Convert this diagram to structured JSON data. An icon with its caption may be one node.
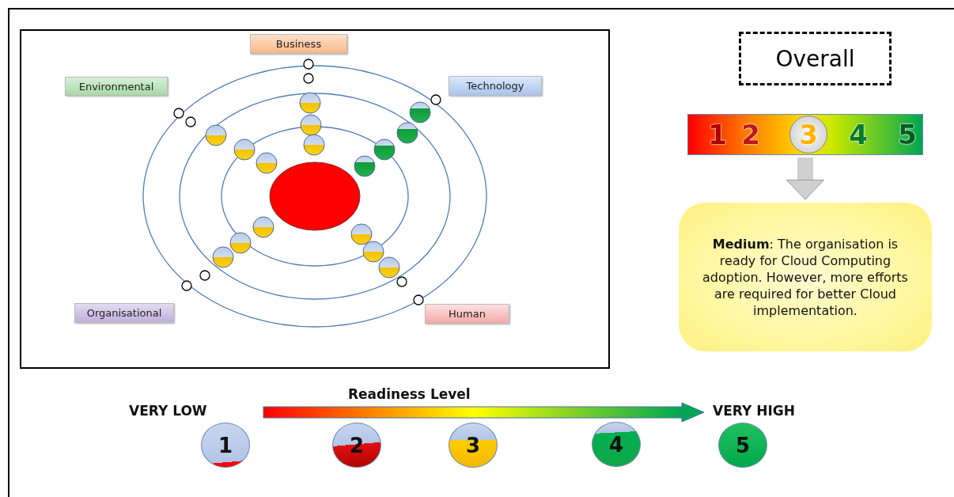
{
  "diagram": {
    "nodes": [
      {
        "text": [
          "Business"
        ]
      },
      {
        "text": [
          "Environmental"
        ]
      },
      {
        "text": [
          "Technology"
        ]
      },
      {
        "text": [
          "Organisational"
        ]
      },
      {
        "text": [
          "Human"
        ]
      },
      {
        "text": [
          "Overall"
        ]
      },
      {
        "text": [
          "1",
          "2",
          "3",
          "4",
          "5"
        ]
      },
      {
        "text": [
          "**Medium**:  The organisation is ready for Cloud Computing adoption. However, more efforts are required for better Cloud implementation."
        ]
      },
      {
        "text": [
          "1"
        ]
      },
      {
        "text": [
          "2"
        ]
      },
      {
        "text": [
          "3"
        ]
      },
      {
        "text": [
          "4"
        ]
      },
      {
        "text": [
          "5"
        ]
      }
    ],
    "edges": [
      {
        "from": 6,
        "to": 7,
        "arrow": "to"
      }
    ],
    "labels": [
      "Readiness Level",
      "VERY LOW",
      "VERY HIGH"
    ]
  }
}
